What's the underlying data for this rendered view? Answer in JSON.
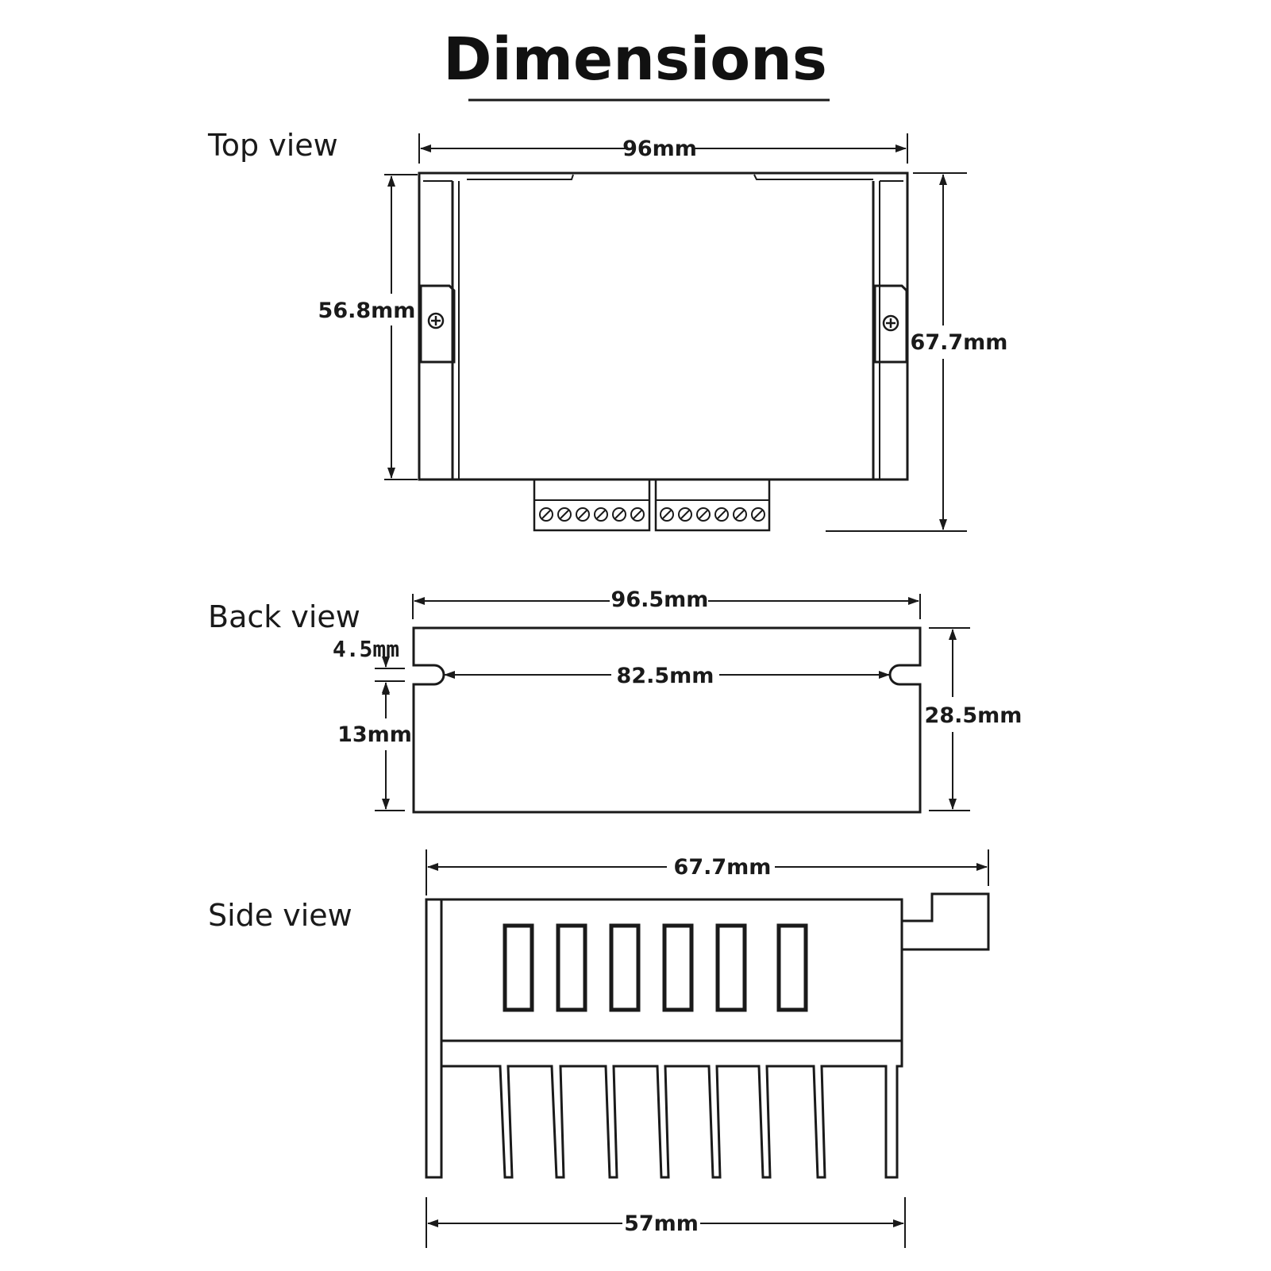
{
  "title": "Dimensions",
  "views": {
    "top": {
      "label": "Top view",
      "width": "96mm",
      "inner_height": "56.8mm",
      "overall_height": "67.7mm"
    },
    "back": {
      "label": "Back view",
      "width": "96.5mm",
      "hole_spacing": "82.5mm",
      "slot_offset": "4.5mm",
      "slot_height": "13mm",
      "height": "28.5mm"
    },
    "side": {
      "label": "Side view",
      "overall_length": "67.7mm",
      "heatsink_length": "57mm"
    }
  },
  "colors": {
    "line": "#1a1a1a",
    "background": "#ffffff"
  }
}
